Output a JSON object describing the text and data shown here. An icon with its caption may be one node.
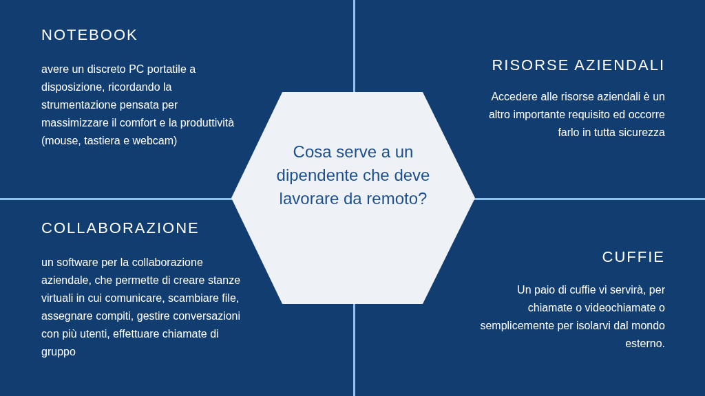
{
  "diagram": {
    "nodes": [
      {
        "text": [
          "NOTEBOOK",
          "avere un discreto PC portatile a disposizione, ricordando la strumentazione pensata per massimizzare il comfort e la produttività (mouse, tastiera e webcam)"
        ]
      },
      {
        "text": [
          "RISORSE AZIENDALI",
          "Accedere alle risorse aziendali è un altro importante requisito ed occorre farlo in tutta sicurezza"
        ]
      },
      {
        "text": [
          "Cosa serve a un dipendente che deve lavorare da remoto?"
        ]
      },
      {
        "text": [
          "COLLABORAZIONE",
          "un software per la collaborazione aziendale, che permette di creare stanze virtuali in cui comunicare, scambiare file, assegnare compiti, gestire conversazioni con più utenti, effettuare chiamate di gruppo"
        ]
      },
      {
        "text": [
          "CUFFIE",
          "Un paio di cuffie  vi servirà, per chiamate o videochiamate o semplicemente per isolarvi dal mondo esterno."
        ]
      }
    ]
  }
}
